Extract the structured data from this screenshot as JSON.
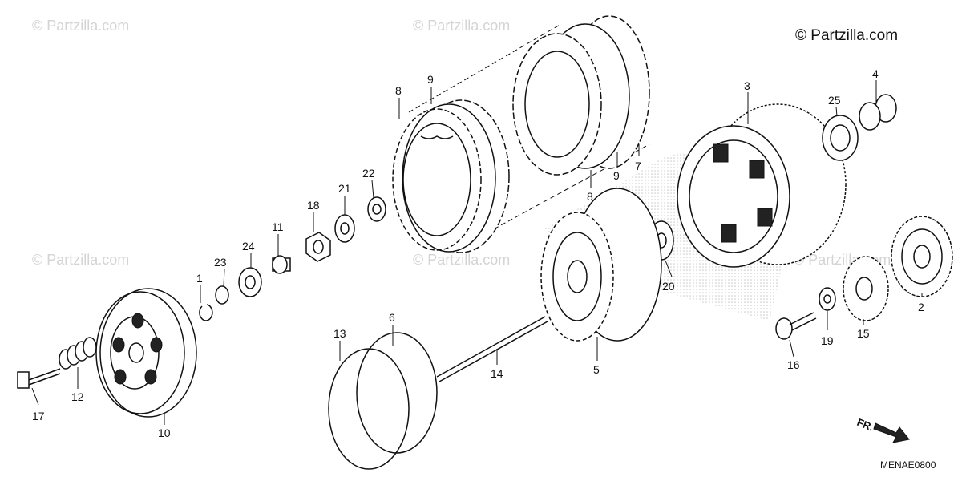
{
  "copyright": "© Partzilla.com",
  "watermarks": [
    "© Partzilla.com",
    "© Partzilla.com",
    "© Partzilla.com",
    "© Partzilla.com",
    "© Partzilla.com"
  ],
  "diagram_code": "MENAE0800",
  "direction_label": "FR.",
  "parts": [
    "1",
    "2",
    "3",
    "4",
    "5",
    "6",
    "7",
    "8",
    "8",
    "9",
    "9",
    "10",
    "11",
    "12",
    "13",
    "14",
    "15",
    "16",
    "17",
    "18",
    "19",
    "20",
    "21",
    "22",
    "23",
    "24",
    "25"
  ],
  "colors": {
    "ink": "#111111",
    "watermark": "#d4d4d4",
    "background": "#ffffff"
  }
}
